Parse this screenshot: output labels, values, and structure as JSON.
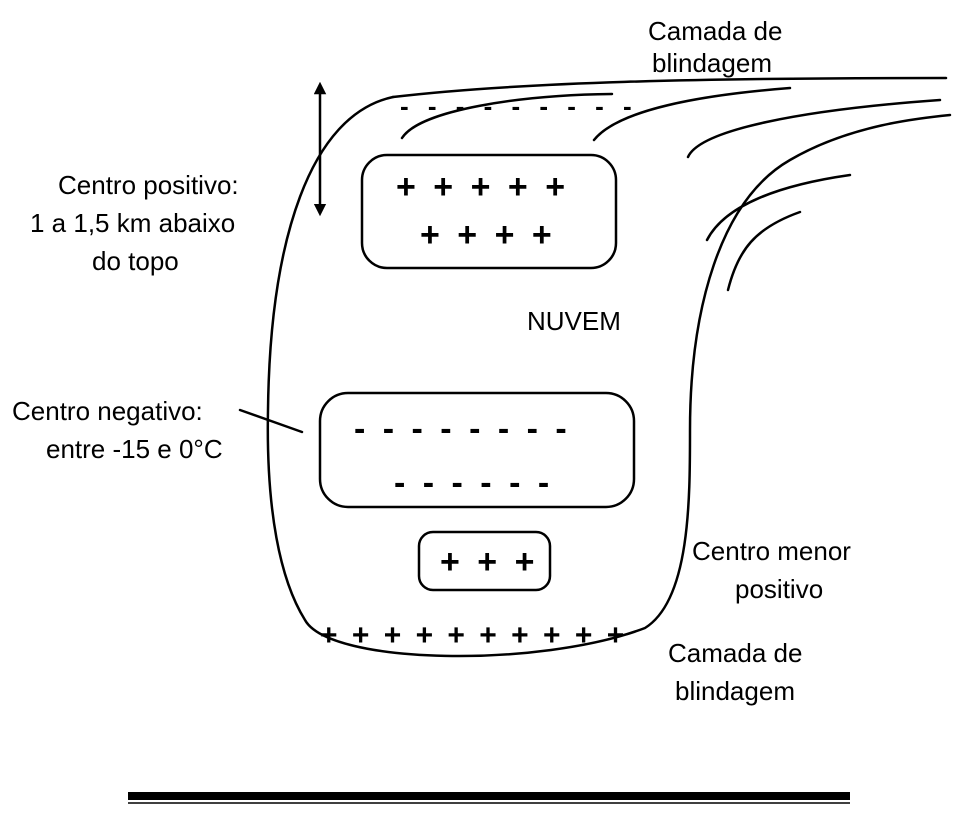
{
  "labels": {
    "top_shield_line1": "Camada de",
    "top_shield_line2": "blindagem",
    "positive_center_line1": "Centro positivo:",
    "positive_center_line2": "1 a 1,5 km abaixo",
    "positive_center_line3": "do topo",
    "cloud": "NUVEM",
    "negative_center_line1": "Centro negativo:",
    "negative_center_line2": "entre -15 e 0°C",
    "minor_positive_line1": "Centro menor",
    "minor_positive_line2": "positivo",
    "bottom_shield_line1": "Camada de",
    "bottom_shield_line2": "blindagem"
  },
  "charges": {
    "upper_positive_row1": "+ + + + +",
    "upper_positive_row2": "+ + + +",
    "negative_row1": "- - - - - - - -",
    "negative_row2": "- - - - - -",
    "minor_positive": "+ + +",
    "bottom_positive": "+ + + + + + + + + +",
    "top_negative": "- - - - - - - - -"
  }
}
